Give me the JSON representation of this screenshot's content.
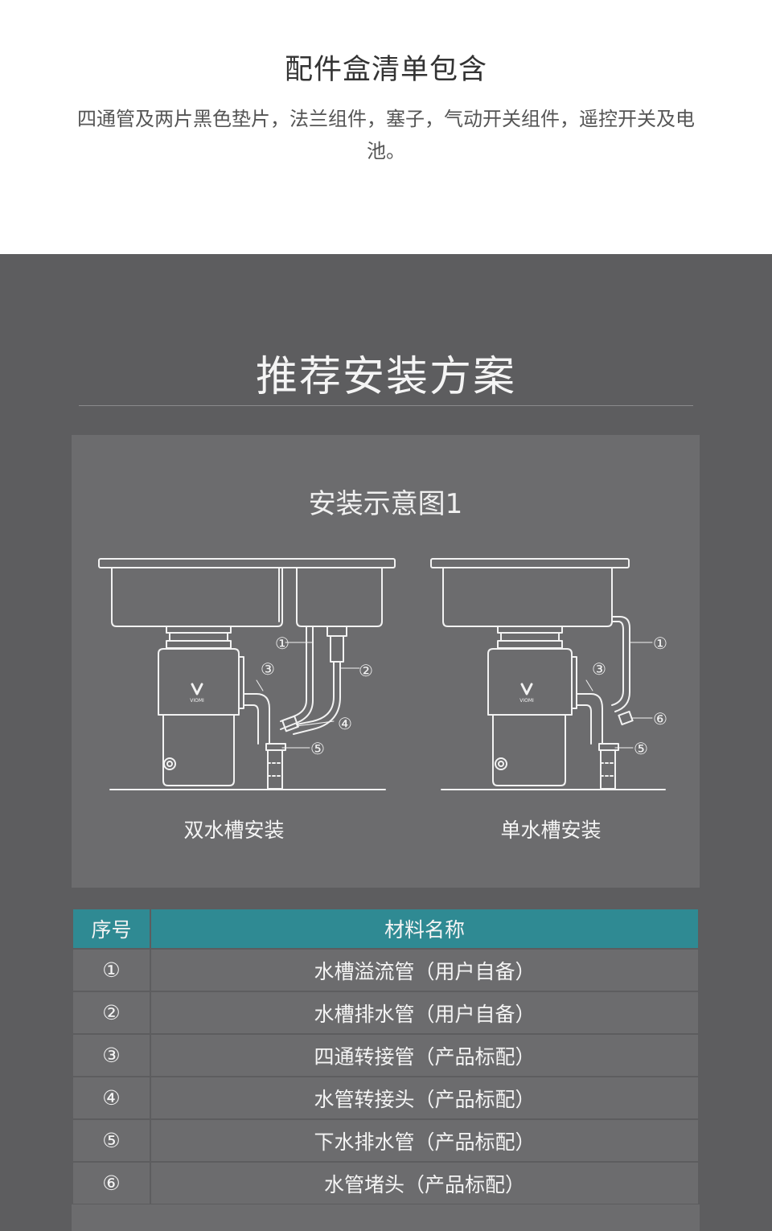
{
  "header": {
    "title": "配件盒清单包含",
    "description": "四通管及两片黑色垫片，法兰组件，塞子，气动开关组件，遥控开关及电池。"
  },
  "section": {
    "title": "推荐安装方案",
    "diagram": {
      "title": "安装示意图1",
      "logo_text": "VIOMI",
      "left_caption": "双水槽安装",
      "right_caption": "单水槽安装",
      "left_markers": [
        "①",
        "②",
        "③",
        "④",
        "⑤"
      ],
      "right_markers": [
        "①",
        "③",
        "⑥",
        "⑤"
      ]
    },
    "table": {
      "headers": [
        "序号",
        "材料名称"
      ],
      "rows": [
        {
          "no": "①",
          "name": "水槽溢流管（用户自备）"
        },
        {
          "no": "②",
          "name": "水槽排水管（用户自备）"
        },
        {
          "no": "③",
          "name": "四通转接管（产品标配）"
        },
        {
          "no": "④",
          "name": "水管转接头（产品标配）"
        },
        {
          "no": "⑤",
          "name": "下水排水管（产品标配）"
        },
        {
          "no": "⑥",
          "name": "水管堵头（产品标配）"
        }
      ]
    }
  },
  "colors": {
    "background_dark": "#5d5d5f",
    "panel": "#6c6c6e",
    "table_header": "#2f8a93",
    "line": "#f2f2f2"
  }
}
